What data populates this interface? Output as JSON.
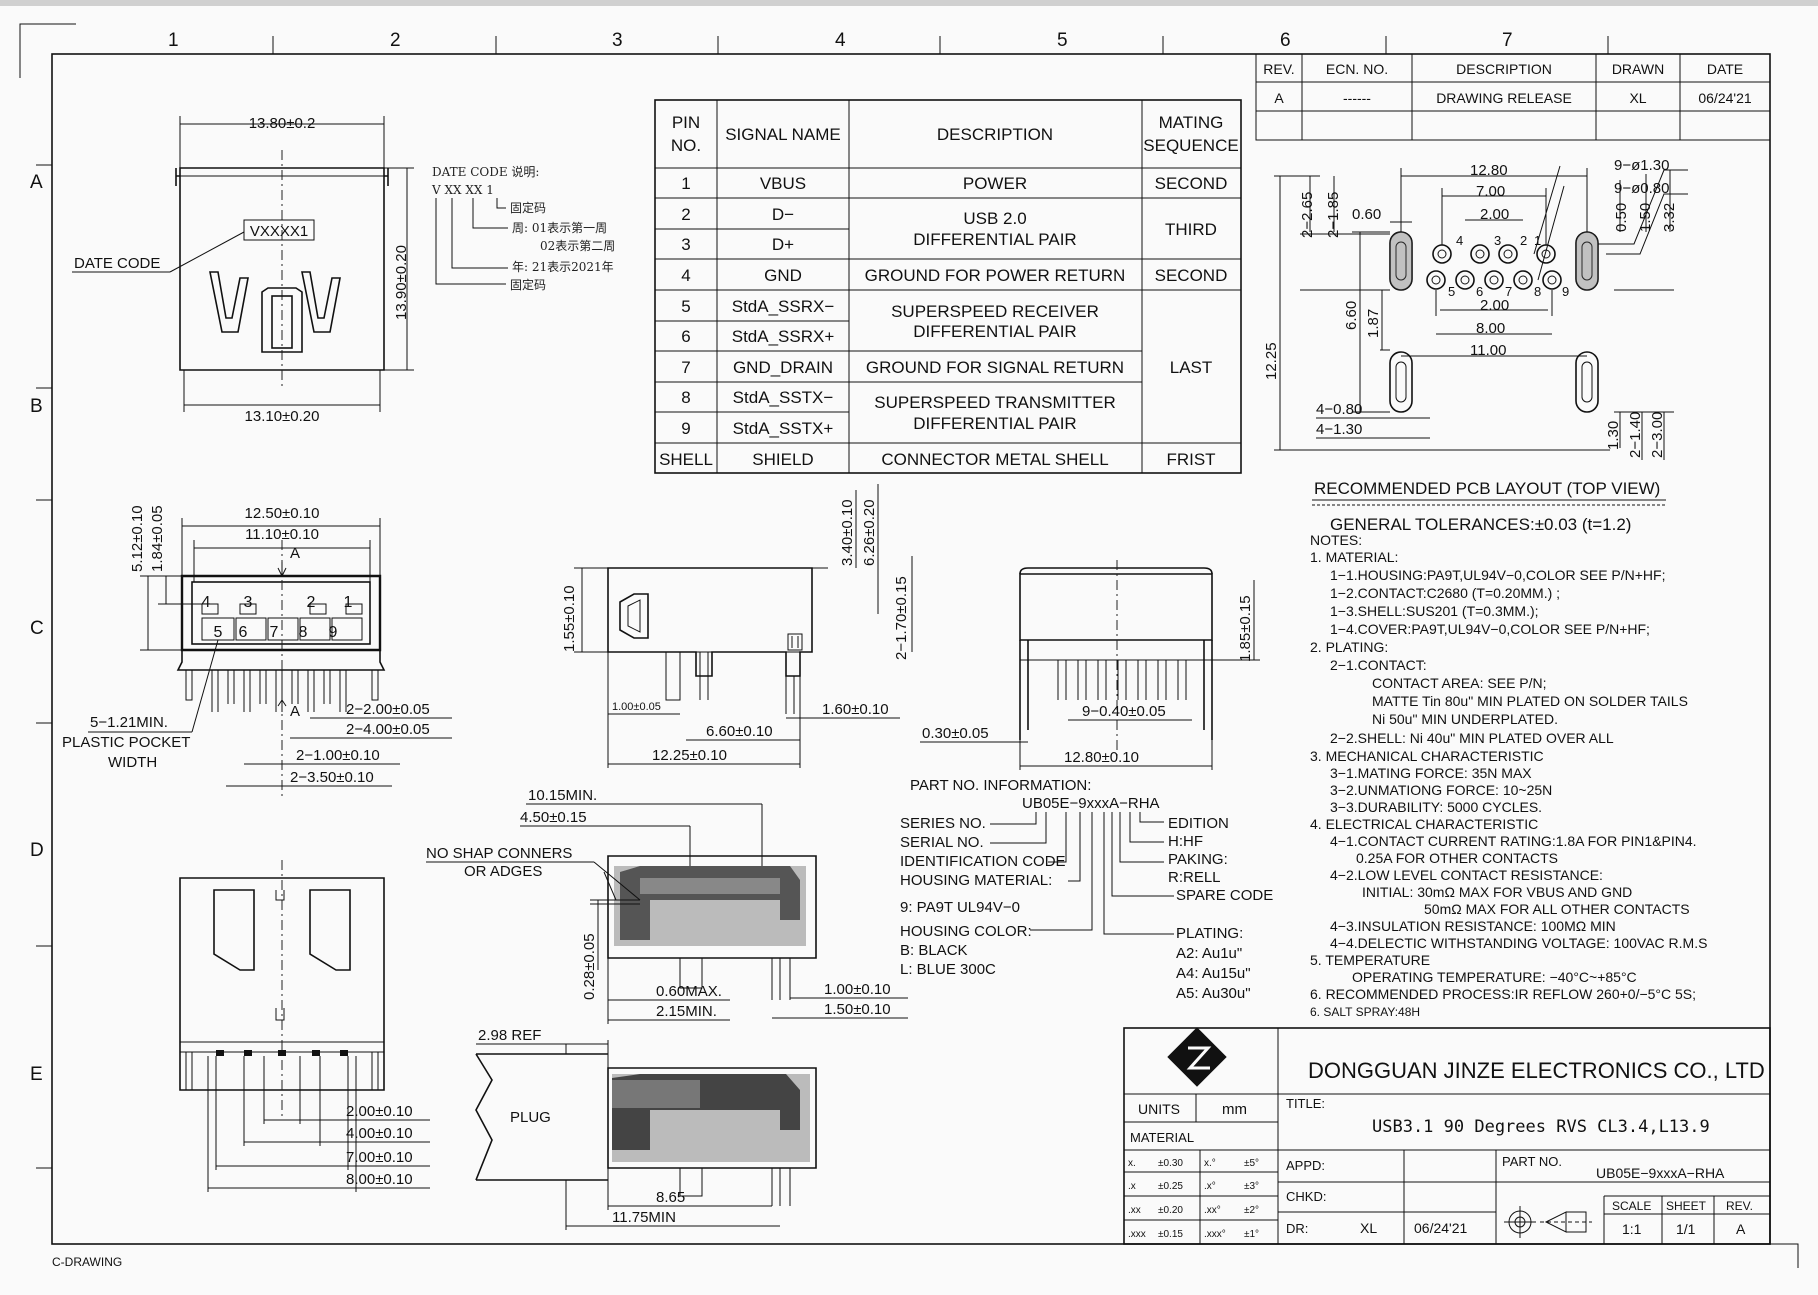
{
  "border": {
    "columns": [
      "1",
      "2",
      "3",
      "4",
      "5",
      "6",
      "7"
    ],
    "rows": [
      "A",
      "B",
      "C",
      "D",
      "E"
    ],
    "footer_label": "C-DRAWING"
  },
  "revision_table": {
    "headers": [
      "REV.",
      "ECN. NO.",
      "DESCRIPTION",
      "DRAWN",
      "DATE"
    ],
    "rows": [
      [
        "A",
        "------",
        "DRAWING RELEASE",
        "XL",
        "06/24'21"
      ]
    ]
  },
  "pin_table": {
    "headers": [
      "PIN\nNO.",
      "SIGNAL NAME",
      "DESCRIPTION",
      "MATING\nSEQUENCE"
    ],
    "header_pin_1": "PIN",
    "header_pin_2": "NO.",
    "header_signal": "SIGNAL NAME",
    "header_desc": "DESCRIPTION",
    "header_mating_1": "MATING",
    "header_mating_2": "SEQUENCE",
    "pins": [
      "1",
      "2",
      "3",
      "4",
      "5",
      "6",
      "7",
      "8",
      "9",
      "SHELL"
    ],
    "signals": [
      "VBUS",
      "D−",
      "D+",
      "GND",
      "StdA_SSRX−",
      "StdA_SSRX+",
      "GND_DRAIN",
      "StdA_SSTX−",
      "StdA_SSTX+",
      "SHIELD"
    ],
    "descriptions": {
      "power": "POWER",
      "usb_1": "USB 2.0",
      "usb_2": "DIFFERENTIAL PAIR",
      "gnd_power": "GROUND FOR POWER RETURN",
      "ssrx_1": "SUPERSPEED RECEIVER",
      "ssrx_2": "DIFFERENTIAL PAIR",
      "gnd_signal": "GROUND FOR SIGNAL RETURN",
      "sstx_1": "SUPERSPEED TRANSMITTER",
      "sstx_2": "DIFFERENTIAL PAIR",
      "shell": "CONNECTOR METAL SHELL"
    },
    "mating": {
      "second_1": "SECOND",
      "third": "THIRD",
      "second_2": "SECOND",
      "last": "LAST",
      "frist": "FRIST"
    }
  },
  "front_view_top": {
    "width_top": "13.80±0.2",
    "width_bottom": "13.10±0.20",
    "height": "13.90±0.20",
    "date_code_label": "DATE CODE",
    "date_code_box": "VXXXX1",
    "note_title": "DATE CODE 说明:",
    "note_code": "V XX XX 1",
    "note_fixed_1": "固定码",
    "note_week_1": "周: 01表示第一周",
    "note_week_2": "02表示第二周",
    "note_year": "年: 21表示2021年",
    "note_fixed_2": "固定码"
  },
  "front_view_pins": {
    "w1": "12.50±0.10",
    "w2": "11.10±0.10",
    "h1": "5.12±0.10",
    "h2": "1.84±0.05",
    "datum": "A",
    "datum2": "A",
    "pin_top": [
      "4",
      "3",
      "2",
      "1"
    ],
    "pin_bottom": [
      "5",
      "6",
      "7",
      "8",
      "9"
    ],
    "pocket_1": "5−1.21MIN.",
    "pocket_2": "PLASTIC POCKET",
    "pocket_3": "WIDTH",
    "d1": "2−2.00±0.05",
    "d2": "2−4.00±0.05",
    "d3": "2−1.00±0.10",
    "d4": "2−3.50±0.10"
  },
  "side_view": {
    "h1": "1.55±0.10",
    "h2": "3.40±0.10",
    "h3": "6.26±0.20",
    "h4": "2−1.70±0.15",
    "w1": "1.00±0.05",
    "w2": "1.60±0.10",
    "w3": "6.60±0.10",
    "w4": "12.25±0.10"
  },
  "rear_view": {
    "h1": "1.85±0.15",
    "w1": "9−0.40±0.05",
    "w2": "0.30±0.05",
    "w3": "12.80±0.10"
  },
  "section_view": {
    "d1": "10.15MIN.",
    "d2": "4.50±0.15",
    "note_1": "NO SHAP CONNERS",
    "note_2": "OR ADGES",
    "h1": "0.28±0.05",
    "d3": "0.60MAX.",
    "d4": "2.15MIN.",
    "d5": "1.00±0.10",
    "d6": "1.50±0.10"
  },
  "plug_view": {
    "ref": "2.98 REF",
    "plug": "PLUG",
    "d1": "8.65",
    "d2": "11.75MIN"
  },
  "bottom_view": {
    "d1": "2.00±0.10",
    "d2": "4.00±0.10",
    "d3": "7.00±0.10",
    "d4": "8.00±0.10"
  },
  "pcb_layout": {
    "title": "RECOMMENDED PCB LAYOUT (TOP VIEW)",
    "d_1280": "12.80",
    "d_700": "7.00",
    "d_200a": "2.00",
    "d_060": "0.60",
    "d_265": "2−2.65",
    "d_185": "2−1.85",
    "d_130": "9−ø1.30",
    "d_080": "9−ø0.80",
    "d_050": "0.50",
    "d_150": "1.50",
    "d_332": "3.32",
    "d_660": "6.60",
    "d_187": "1.87",
    "d_200b": "2.00",
    "d_800": "8.00",
    "d_1100": "11.00",
    "d_1225": "12.25",
    "d_480": "4−0.80",
    "d_4130": "4−1.30",
    "d_130b": "1.30",
    "d_140": "2−1.40",
    "d_300": "2−3.00",
    "pin_top": [
      "4",
      "3",
      "2",
      "1"
    ],
    "pin_bottom": [
      "5",
      "6",
      "7",
      "8",
      "9"
    ]
  },
  "notes": [
    "GENERAL TOLERANCES:±0.03 (t=1.2)",
    "NOTES:",
    "1. MATERIAL:",
    "1−1.HOUSING:PA9T,UL94V−0,COLOR SEE P/N+HF;",
    "1−2.CONTACT:C2680 (T=0.20MM.) ;",
    "1−3.SHELL:SUS201 (T=0.3MM.);",
    "1−4.COVER:PA9T,UL94V−0,COLOR SEE P/N+HF;",
    "2. PLATING:",
    "2−1.CONTACT:",
    "CONTACT AREA: SEE P/N;",
    "MATTE Tin 80u\" MIN PLATED ON SOLDER TAILS",
    "Ni 50u\" MIN UNDERPLATED.",
    "2−2.SHELL: Ni 40u\" MIN PLATED OVER ALL",
    "3. MECHANICAL CHARACTERISTIC",
    "3−1.MATING FORCE: 35N MAX",
    "3−2.UNMATIONG FORCE: 10~25N",
    "3−3.DURABILITY: 5000 CYCLES.",
    "4. ELECTRICAL CHARACTERISTIC",
    "4−1.CONTACT CURRENT RATING:1.8A FOR PIN1&PIN4.",
    "0.25A FOR OTHER CONTACTS",
    "4−2.LOW LEVEL CONTACT RESISTANCE:",
    "INITIAL: 30mΩ MAX FOR VBUS AND GND",
    "50mΩ MAX FOR ALL OTHER CONTACTS",
    "4−3.INSULATION RESISTANCE: 100MΩ MIN",
    "4−4.DELECTIC WITHSTANDING VOLTAGE: 100VAC R.M.S",
    "5. TEMPERATURE",
    "OPERATING TEMPERATURE: −40°C~+85°C",
    "6. RECOMMENDED PROCESS:IR REFLOW 260+0/−5°C 5S;",
    "6. SALT SPRAY:48H"
  ],
  "part_info": {
    "title": "PART NO. INFORMATION:",
    "part": "UB05E−9xxxA−RHA",
    "series": "SERIES NO.",
    "serial": "SERIAL NO.",
    "ident": "IDENTIFICATION CODE",
    "housing_mat": "HOUSING MATERIAL:",
    "pa9t": "9: PA9T UL94V−0",
    "housing_color": "HOUSING COLOR:",
    "black": "B: BLACK",
    "blue": "L: BLUE 300C",
    "edition": "EDITION",
    "hf": "H:HF",
    "paking": "PAKING:",
    "rell": "R:RELL",
    "spare": "SPARE CODE",
    "plating": "PLATING:",
    "a2": "A2: Au1u\"",
    "a4": "A4: Au15u\"",
    "a5": "A5: Au30u\""
  },
  "title_block": {
    "company": "DONGGUAN JINZE ELECTRONICS CO., LTD",
    "units_label": "UNITS",
    "units": "mm",
    "material_label": "MATERIAL",
    "title_label": "TITLE:",
    "title": "USB3.1 90 Degrees RVS CL3.4,L13.9",
    "tolerances": [
      [
        "x.",
        "±0.30",
        "x.°",
        "±5°"
      ],
      [
        ".x",
        "±0.25",
        ".x°",
        "±3°"
      ],
      [
        ".xx",
        "±0.20",
        ".xx°",
        "±2°"
      ],
      [
        ".xxx",
        "±0.15",
        ".xxx°",
        "±1°"
      ]
    ],
    "appd": "APPD:",
    "chkd": "CHKD:",
    "dr": "DR:",
    "drawn_by": "XL",
    "date": "06/24'21",
    "part_no_label": "PART NO.",
    "part_no": "UB05E−9xxxA−RHA",
    "scale_label": "SCALE",
    "sheet_label": "SHEET",
    "rev_label": "REV.",
    "scale": "1:1",
    "sheet": "1/1",
    "rev": "A"
  },
  "colors": {
    "ink": "#111111",
    "paper": "#fafafa",
    "frame": "#d9d9d9"
  }
}
